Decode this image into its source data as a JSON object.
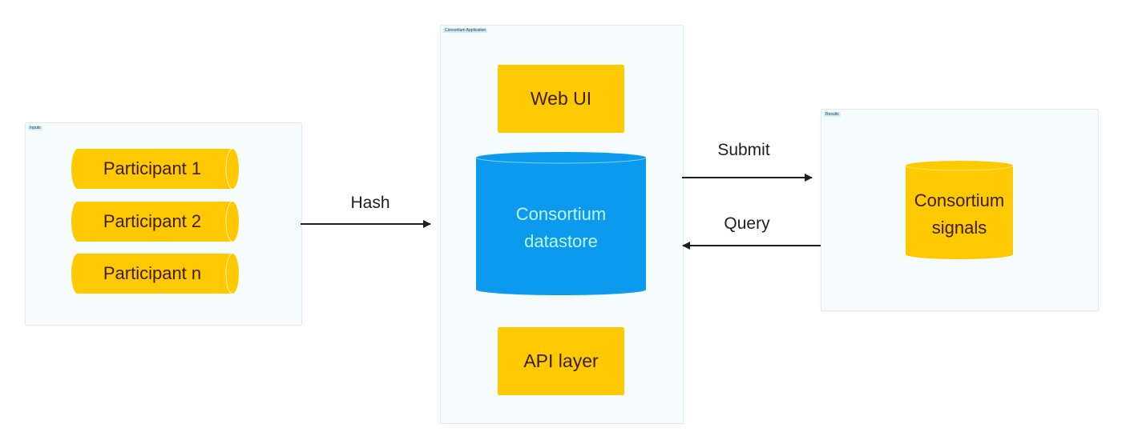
{
  "frames": {
    "inputs": {
      "label": "Inputs"
    },
    "application": {
      "label": "Consortium Application"
    },
    "results": {
      "label": "Results"
    }
  },
  "participants": [
    {
      "label": "Participant 1"
    },
    {
      "label": "Participant 2"
    },
    {
      "label": "Participant n"
    }
  ],
  "application": {
    "web_ui": "Web UI",
    "datastore": {
      "line1": "Consortium",
      "line2": "datastore"
    },
    "api_layer": "API layer"
  },
  "results": {
    "signals": {
      "line1": "Consortium",
      "line2": "signals"
    }
  },
  "arrows": {
    "hash": "Hash",
    "submit": "Submit",
    "query": "Query"
  },
  "colors": {
    "yellow": "#ffc900",
    "blue": "#0c9aef",
    "frame_bg": "#f6fbfe",
    "dark_text": "#3d1d08",
    "light_text": "#bff4ff",
    "arrow": "#1e1e1e"
  }
}
